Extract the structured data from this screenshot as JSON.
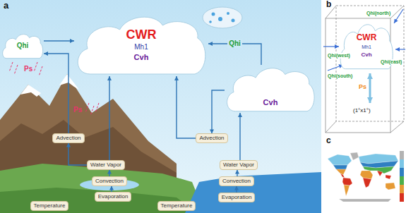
{
  "diagram": {
    "nodes": [
      {
        "text": [
          "CWR",
          "Mh1",
          "Cvh"
        ]
      },
      {
        "text": [
          "Qhi"
        ]
      },
      {
        "text": [
          "Cvh"
        ]
      },
      {
        "text": [
          "Advection"
        ]
      },
      {
        "text": [
          "Advection"
        ]
      },
      {
        "text": [
          "Water Vapor"
        ]
      },
      {
        "text": [
          "Convection"
        ]
      },
      {
        "text": [
          "Evaporation"
        ]
      },
      {
        "text": [
          "Temperature"
        ]
      },
      {
        "text": [
          "Temperature"
        ]
      },
      {
        "text": [
          "Water Vapor"
        ]
      },
      {
        "text": [
          "Convection"
        ]
      },
      {
        "text": [
          "Evaporation"
        ]
      },
      {
        "text": [
          "CWR",
          "Mh1",
          "Cvh"
        ]
      }
    ],
    "edges": [
      {
        "from": 1,
        "to": 0,
        "arrow": "to"
      },
      {
        "from": 2,
        "to": 0,
        "label": "Qhi",
        "arrow": "to"
      },
      {
        "from": 5,
        "to": 3,
        "arrow": "to"
      },
      {
        "from": 5,
        "to": 0,
        "arrow": "to"
      },
      {
        "from": 6,
        "to": 5,
        "arrow": "to"
      },
      {
        "from": 7,
        "to": 6,
        "arrow": "to"
      },
      {
        "from": 3,
        "to": 1,
        "arrow": "to"
      },
      {
        "from": 12,
        "to": 11,
        "arrow": "to"
      },
      {
        "from": 11,
        "to": 10,
        "arrow": "to"
      },
      {
        "from": 10,
        "to": 2,
        "arrow": "to"
      },
      {
        "from": 2,
        "to": 4,
        "arrow": "to"
      },
      {
        "from": 4,
        "to": 0,
        "arrow": "to"
      }
    ],
    "labels": [
      "a",
      "Ps",
      "Ps",
      "b",
      "Qhi(north)",
      "Qhi(west)",
      "Qhi(east)",
      "Qhi(south)",
      "Ps",
      "(1°x1°)",
      "c"
    ]
  }
}
